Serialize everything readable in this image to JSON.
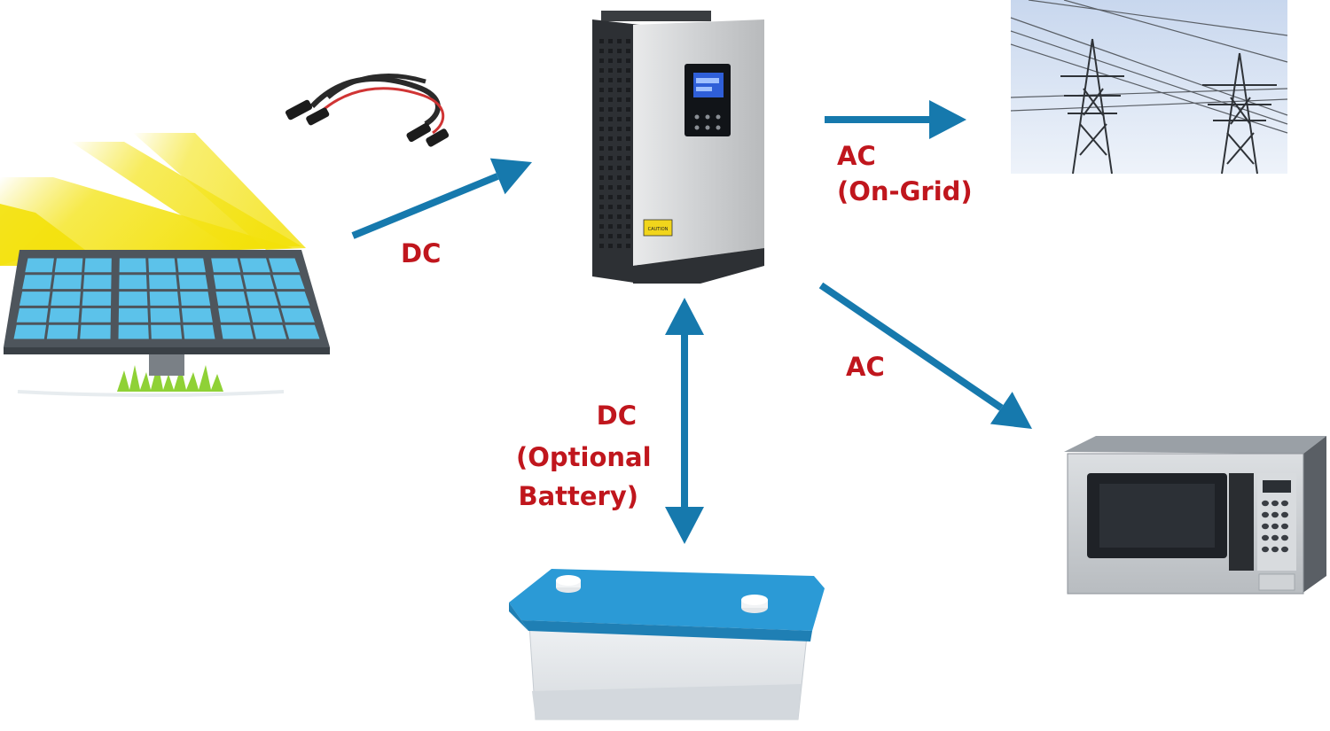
{
  "labels": {
    "solar_to_inverter": "DC",
    "inverter_to_grid": [
      "AC",
      "(On-Grid)"
    ],
    "inverter_to_load": "AC",
    "battery_link": [
      "DC",
      "(Optional",
      "Battery)"
    ]
  },
  "inverter_screen_text": "CAUTION",
  "colors": {
    "arrow": "#1679ad",
    "label_text": "#c0161d",
    "solar_cell": "#5cc2ea",
    "panel_frame": "#4e555c",
    "sun_ray": "#f3e10a",
    "battery_lid": "#2b9ad6",
    "battery_body": "#e9ecef",
    "inverter_face": "#d2d4d6",
    "inverter_body": "#2d3034",
    "sky": "#dfe9f5",
    "microwave_shell": "#c9cdd1",
    "microwave_window": "#1f2227"
  },
  "icons": {
    "solar_panel": "solar-panel-icon",
    "cable": "mc4-cable-icon",
    "inverter": "hybrid-inverter-icon",
    "grid": "power-grid-icon",
    "battery": "battery-icon",
    "microwave": "microwave-icon"
  }
}
